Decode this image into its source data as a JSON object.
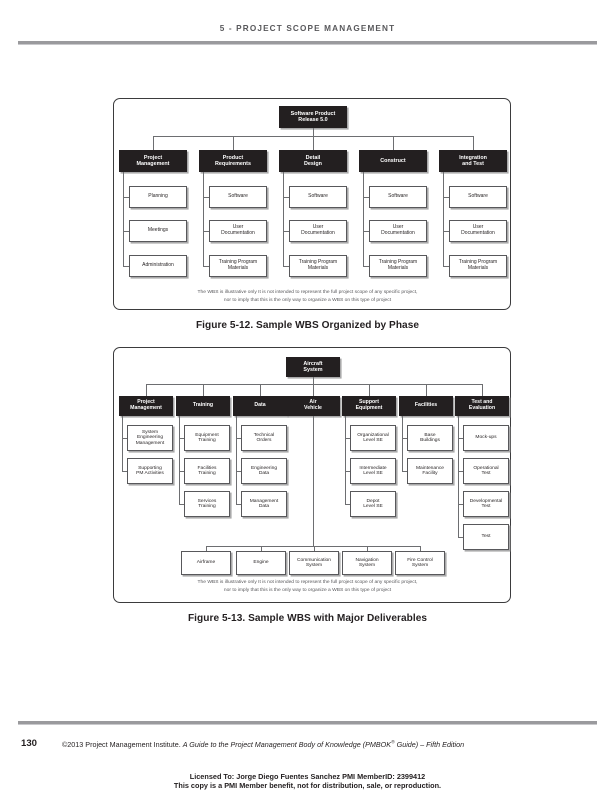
{
  "header": {
    "running_head": "5 - PROJECT SCOPE MANAGEMENT"
  },
  "figure1": {
    "caption": "Figure 5-12. Sample WBS Organized by Phase",
    "root": "Software Product\nRelease 5.0",
    "root_line1": "Software Product",
    "root_line2": "Release 5.0",
    "columns": [
      {
        "header_line1": "Project",
        "header_line2": "Management",
        "children": [
          {
            "line1": "Planning",
            "line2": ""
          },
          {
            "line1": "Meetings",
            "line2": ""
          },
          {
            "line1": "Administration",
            "line2": ""
          }
        ]
      },
      {
        "header_line1": "Product",
        "header_line2": "Requirements",
        "children": [
          {
            "line1": "Software",
            "line2": ""
          },
          {
            "line1": "User",
            "line2": "Documentation"
          },
          {
            "line1": "Training Program",
            "line2": "Materials"
          }
        ]
      },
      {
        "header_line1": "Detail",
        "header_line2": "Design",
        "children": [
          {
            "line1": "Software",
            "line2": ""
          },
          {
            "line1": "User",
            "line2": "Documentation"
          },
          {
            "line1": "Training Program",
            "line2": "Materials"
          }
        ]
      },
      {
        "header_line1": "Construct",
        "header_line2": "",
        "children": [
          {
            "line1": "Software",
            "line2": ""
          },
          {
            "line1": "User",
            "line2": "Documentation"
          },
          {
            "line1": "Training Program",
            "line2": "Materials"
          }
        ]
      },
      {
        "header_line1": "Integration",
        "header_line2": "and Test",
        "children": [
          {
            "line1": "Software",
            "line2": ""
          },
          {
            "line1": "User",
            "line2": "Documentation"
          },
          {
            "line1": "Training Program",
            "line2": "Materials"
          }
        ]
      }
    ],
    "disclaimer_line1": "The WBS is illustrative only  It is not intended to represent the full project scope of any specific project,",
    "disclaimer_line2": "nor to imply that this is the only way to organize a WBS on this type of project"
  },
  "figure2": {
    "caption": "Figure 5-13. Sample WBS with Major Deliverables",
    "root_line1": "Aircraft",
    "root_line2": "System",
    "columns": [
      {
        "header_line1": "Project",
        "header_line2": "Management",
        "children": [
          {
            "line1": "System",
            "line2": "Engineering",
            "line3": "Management"
          },
          {
            "line1": "Supporting",
            "line2": "PM Activities",
            "line3": ""
          }
        ]
      },
      {
        "header_line1": "Training",
        "header_line2": "",
        "children": [
          {
            "line1": "Equipment",
            "line2": "Training",
            "line3": ""
          },
          {
            "line1": "Facilities",
            "line2": "Training",
            "line3": ""
          },
          {
            "line1": "Services",
            "line2": "Training",
            "line3": ""
          }
        ]
      },
      {
        "header_line1": "Data",
        "header_line2": "",
        "children": [
          {
            "line1": "Technical",
            "line2": "Orders",
            "line3": ""
          },
          {
            "line1": "Engineering",
            "line2": "Data",
            "line3": ""
          },
          {
            "line1": "Management",
            "line2": "Data",
            "line3": ""
          }
        ]
      },
      {
        "header_line1": "Air",
        "header_line2": "Vehicle",
        "children": []
      },
      {
        "header_line1": "Support",
        "header_line2": "Equipment",
        "children": [
          {
            "line1": "Organizational",
            "line2": "Level SE",
            "line3": ""
          },
          {
            "line1": "Intermediate",
            "line2": "Level SE",
            "line3": ""
          },
          {
            "line1": "Depot",
            "line2": "Level SE",
            "line3": ""
          }
        ]
      },
      {
        "header_line1": "Facilities",
        "header_line2": "",
        "children": [
          {
            "line1": "Base",
            "line2": "Buildings",
            "line3": ""
          },
          {
            "line1": "Maintenance",
            "line2": "Facility",
            "line3": ""
          }
        ]
      },
      {
        "header_line1": "Test and",
        "header_line2": "Evaluation",
        "children": [
          {
            "line1": "Mock-ups",
            "line2": "",
            "line3": ""
          },
          {
            "line1": "Operational",
            "line2": "Test",
            "line3": ""
          },
          {
            "line1": "Developmental",
            "line2": "Test",
            "line3": ""
          },
          {
            "line1": "Test",
            "line2": "",
            "line3": ""
          }
        ]
      }
    ],
    "air_vehicle_children": [
      {
        "line1": "Airframe",
        "line2": ""
      },
      {
        "line1": "Engine",
        "line2": ""
      },
      {
        "line1": "Communication",
        "line2": "System"
      },
      {
        "line1": "Navigation",
        "line2": "System"
      },
      {
        "line1": "Fire Control",
        "line2": "System"
      }
    ],
    "disclaimer_line1": "The WBS is illustrative only  It is not intended to represent the full project scope of any specific project,",
    "disclaimer_line2": "nor to imply that this is the only way to organize a WBS on this type of project"
  },
  "footer": {
    "page_number": "130",
    "copyright_plain_1": "©2013 Project Management Institute. ",
    "copyright_italic": "A Guide to the Project Management Body of Knowledge (PMBOK",
    "copyright_sup": "®",
    "copyright_italic_2": " Guide) – Fifth Edition",
    "license_line1": "Licensed To: Jorge Diego Fuentes Sanchez PMI MemberID: 2399412",
    "license_line2": "This copy is a PMI Member benefit, not for distribution, sale, or reproduction."
  },
  "colors": {
    "dark_box": "#231f20",
    "rule": "#9a9a9d",
    "connector": "#6d6e71",
    "light_border": "#58585b"
  }
}
